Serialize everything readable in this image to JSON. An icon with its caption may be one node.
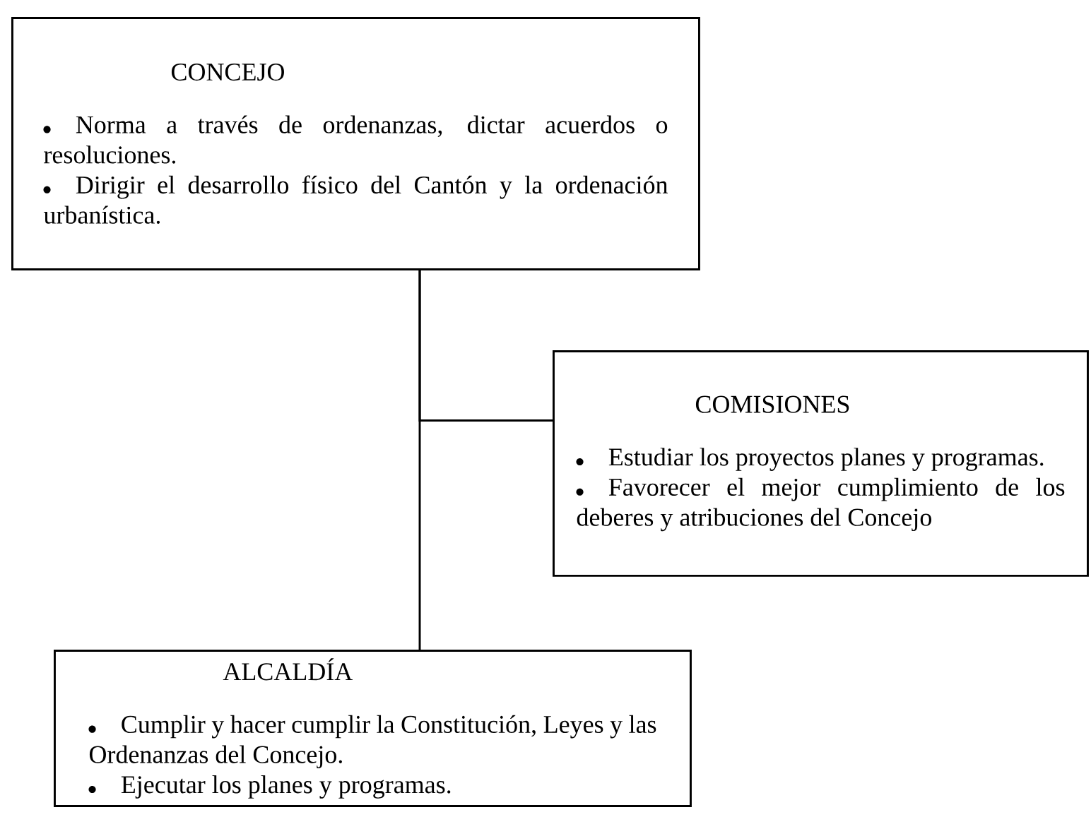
{
  "diagram": {
    "nodes": [
      {
        "text": [
          "CONCEJO",
          "Norma a través de ordenanzas, dictar acuerdos o resoluciones.",
          "Dirigir el desarrollo físico del Cantón y la ordenación urbanística."
        ]
      },
      {
        "text": [
          "COMISIONES",
          "Estudiar los proyectos planes y programas.",
          "Favorecer el mejor cumplimiento de los deberes y atribuciones del Concejo"
        ]
      },
      {
        "text": [
          "ALCALDÍA",
          "Cumplir y hacer cumplir la Constitución, Leyes y las Ordenanzas del Concejo.",
          "Ejecutar los planes y programas."
        ]
      }
    ],
    "edges": [
      {
        "from": 0,
        "to": 2,
        "arrow": "none"
      },
      {
        "from": 0,
        "to": 1,
        "arrow": "none"
      }
    ]
  }
}
